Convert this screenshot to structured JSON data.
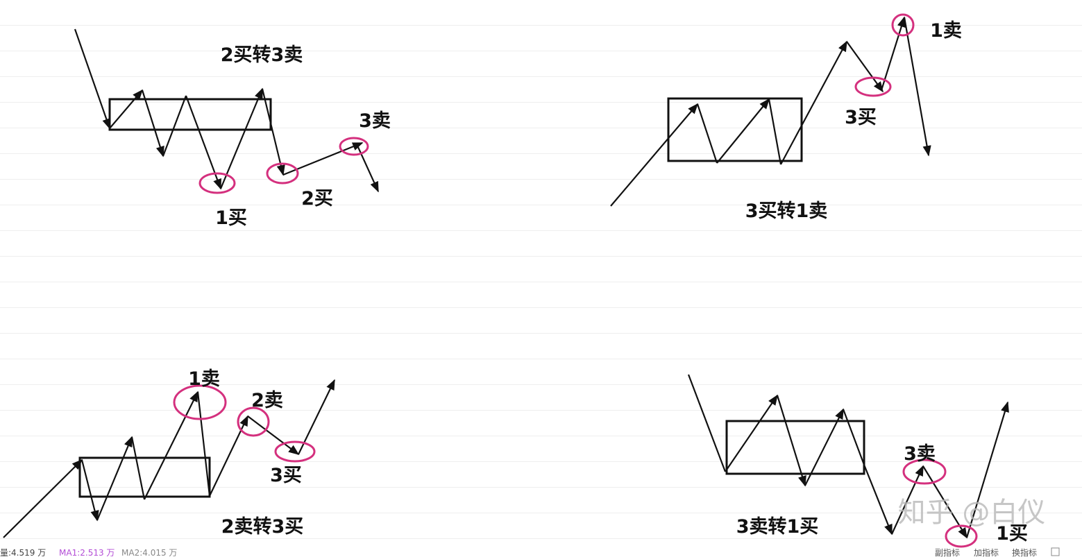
{
  "panels": [
    {
      "title": "2买转3卖",
      "labels": [
        "1买",
        "2买",
        "3卖"
      ]
    },
    {
      "title": "3买转1卖",
      "labels": [
        "3买",
        "1卖"
      ]
    },
    {
      "title": "2卖转3买",
      "labels": [
        "1卖",
        "2卖",
        "3买"
      ]
    },
    {
      "title": "3卖转1买",
      "labels": [
        "3卖",
        "1买"
      ]
    }
  ],
  "watermark": "知乎 @白仪",
  "status_bar": {
    "vol": "量:4.519 万",
    "ma1": "MA1:2.513 万",
    "ma2": "MA2:4.015 万",
    "buttons": [
      "副指标",
      "加指标",
      "换指标"
    ]
  },
  "colors": {
    "circle": "#d4307e",
    "line": "#111111",
    "ma1": "#b34dd6"
  }
}
